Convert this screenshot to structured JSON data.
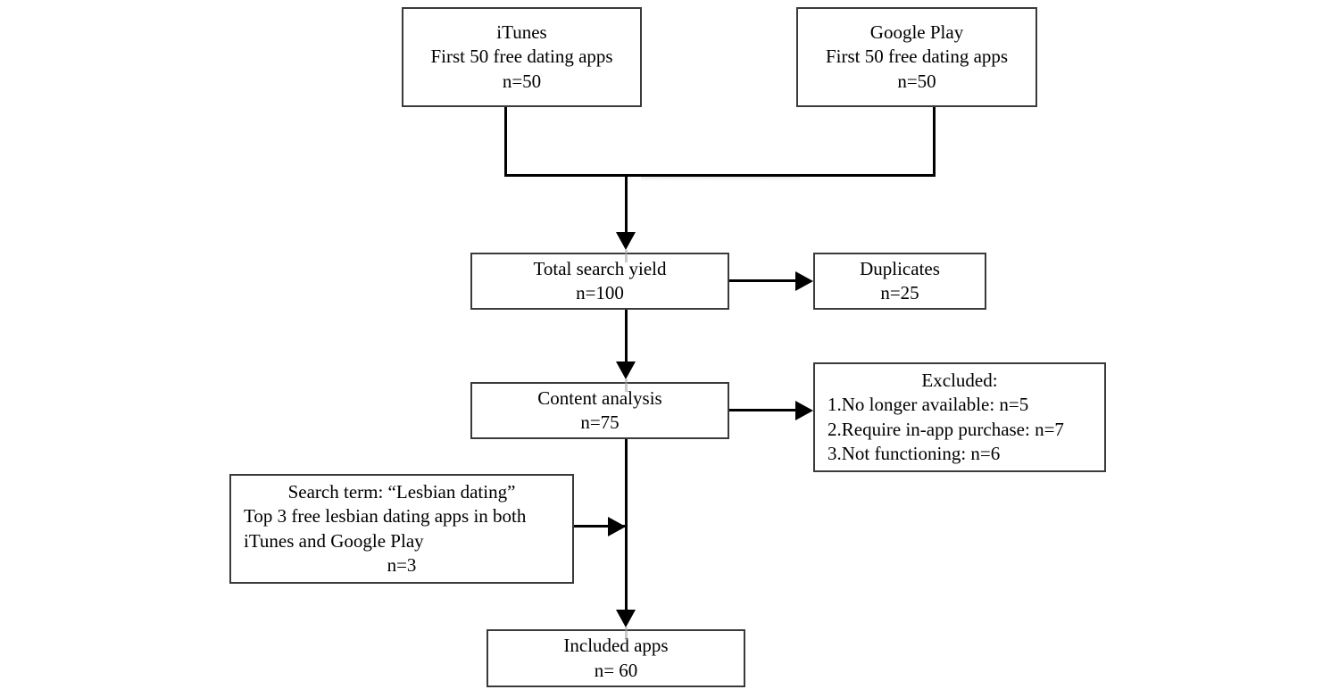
{
  "diagram": {
    "title": "App selection flowchart",
    "type": "flowchart",
    "line_color": "#000000",
    "box_border_color": "#3a3a3a",
    "background": "#ffffff"
  },
  "nodes": {
    "itunes": {
      "lines": [
        "iTunes",
        "First 50 free dating apps",
        "n=50"
      ],
      "align": [
        "center",
        "center",
        "center"
      ]
    },
    "google_play": {
      "lines": [
        "Google Play",
        "First 50 free dating apps",
        "n=50"
      ],
      "align": [
        "center",
        "center",
        "center"
      ]
    },
    "total_yield": {
      "lines": [
        "Total search yield",
        "n=100"
      ],
      "align": [
        "center",
        "center"
      ]
    },
    "duplicates": {
      "lines": [
        "Duplicates",
        "n=25"
      ],
      "align": [
        "center",
        "center"
      ]
    },
    "content_analysis": {
      "lines": [
        "Content analysis",
        "n=75"
      ],
      "align": [
        "center",
        "center"
      ]
    },
    "excluded": {
      "lines": [
        "Excluded:",
        "1.No longer available: n=5",
        "2.Require in-app purchase: n=7",
        "3.Not functioning: n=6"
      ],
      "align": [
        "center",
        "left",
        "left",
        "left"
      ]
    },
    "search_term": {
      "lines": [
        "Search term: “Lesbian dating”",
        "Top 3 free lesbian dating apps in both",
        "iTunes and Google Play",
        "n=3"
      ],
      "align": [
        "center",
        "left",
        "left",
        "center"
      ]
    },
    "included": {
      "lines": [
        "Included apps",
        "n= 60"
      ],
      "align": [
        "center",
        "center"
      ]
    }
  },
  "edges": [
    {
      "name": "itunes-to-merge",
      "from": "itunes",
      "to": "merge-bar",
      "kind": "elbow"
    },
    {
      "name": "googleplay-to-merge",
      "from": "google_play",
      "to": "merge-bar",
      "kind": "elbow"
    },
    {
      "name": "merge-to-total-yield",
      "from": "merge-bar",
      "to": "total_yield",
      "kind": "arrow-down"
    },
    {
      "name": "total-yield-to-duplicates",
      "from": "total_yield",
      "to": "duplicates",
      "kind": "arrow-right"
    },
    {
      "name": "total-yield-to-content-analysis",
      "from": "total_yield",
      "to": "content_analysis",
      "kind": "arrow-down"
    },
    {
      "name": "content-analysis-to-excluded",
      "from": "content_analysis",
      "to": "excluded",
      "kind": "arrow-right"
    },
    {
      "name": "search-term-to-stem",
      "from": "search_term",
      "to": "content-analysis-stem",
      "kind": "arrow-right"
    },
    {
      "name": "content-analysis-to-included",
      "from": "content_analysis",
      "to": "included",
      "kind": "arrow-down"
    }
  ]
}
